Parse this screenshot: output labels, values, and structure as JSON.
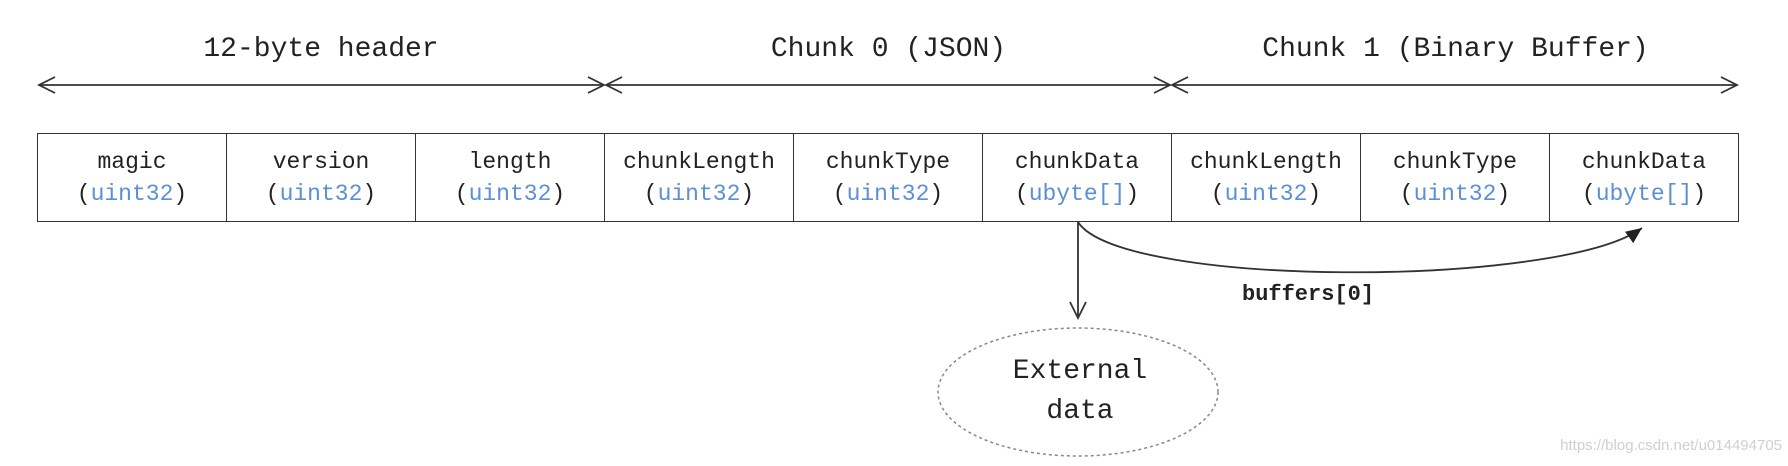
{
  "sections": [
    {
      "label": "12-byte header"
    },
    {
      "label": "Chunk 0 (JSON)"
    },
    {
      "label": "Chunk 1 (Binary Buffer)"
    }
  ],
  "cells": [
    {
      "name": "magic",
      "type": "uint32"
    },
    {
      "name": "version",
      "type": "uint32"
    },
    {
      "name": "length",
      "type": "uint32"
    },
    {
      "name": "chunkLength",
      "type": "uint32"
    },
    {
      "name": "chunkType",
      "type": "uint32"
    },
    {
      "name": "chunkData",
      "type": "ubyte[]"
    },
    {
      "name": "chunkLength",
      "type": "uint32"
    },
    {
      "name": "chunkType",
      "type": "uint32"
    },
    {
      "name": "chunkData",
      "type": "ubyte[]"
    }
  ],
  "arrow_label": "buffers[0]",
  "external": {
    "line1": "External",
    "line2": "data"
  },
  "watermark": "https://blog.csdn.net/u014494705",
  "colors": {
    "type_text": "#5b8fd6",
    "lines": "#333333"
  }
}
